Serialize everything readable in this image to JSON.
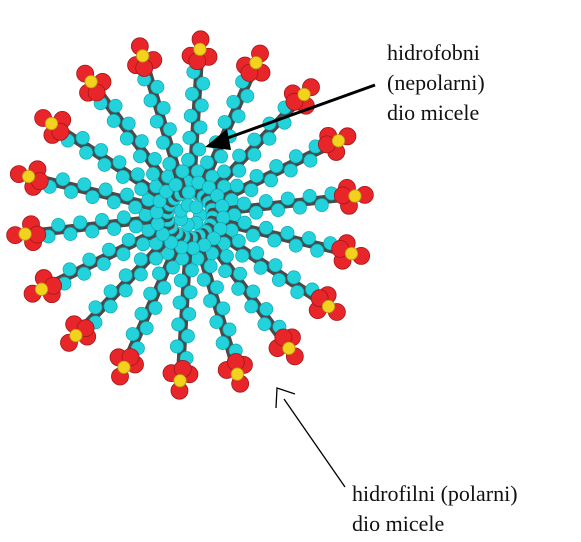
{
  "labels": {
    "hydrophobic": {
      "line1": "hidrofobni",
      "line2": "(nepolarni)",
      "line3": "dio micele"
    },
    "hydrophilic": {
      "line1": "hidrofilni (polarni)",
      "line2": "dio micele"
    }
  },
  "micelle": {
    "chain_count": 18,
    "colors": {
      "tail_atom": "#22d3dc",
      "tail_backbone": "#4a4a4a",
      "head_oxygen": "#e8262a",
      "head_sulfur": "#f2d21c"
    }
  },
  "icons": [
    "micelle-illustration",
    "arrow-to-hydrophobic-core",
    "arrow-to-hydrophilic-head"
  ]
}
